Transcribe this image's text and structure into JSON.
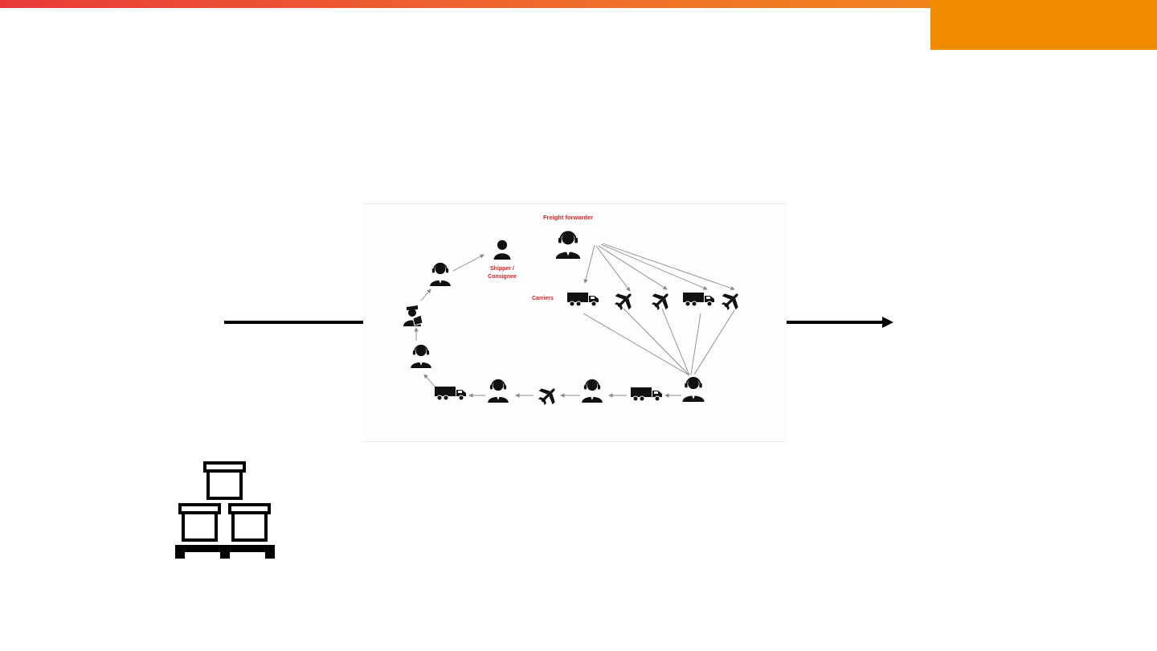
{
  "header": {
    "accent_colors": [
      "#e83a3a",
      "#f39212",
      "#f08c00"
    ]
  },
  "diagram": {
    "labels": {
      "freight_forwarder": "Freight forwarder",
      "shipper_line1": "Shipper /",
      "shipper_line2": "Consignee",
      "carriers": "Carriers"
    },
    "label_color": "#e11d1d",
    "icons": [
      "headset-agent-icon",
      "person-icon",
      "truck-icon",
      "airplane-icon",
      "customs-officer-icon"
    ]
  },
  "decor": {
    "icons": [
      "pallet-boxes-icon",
      "left-flow-line",
      "right-flow-arrow-icon"
    ]
  }
}
